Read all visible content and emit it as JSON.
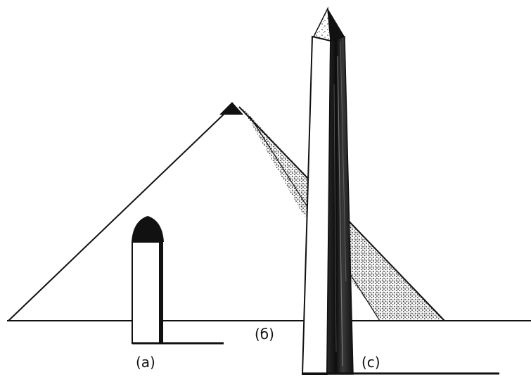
{
  "figure": {
    "labels": {
      "a": "(a)",
      "b": "(б)",
      "c": "(c)"
    },
    "colors": {
      "ink": "#111111",
      "background": "#ffffff",
      "stipple": "#1a1a1a"
    }
  }
}
